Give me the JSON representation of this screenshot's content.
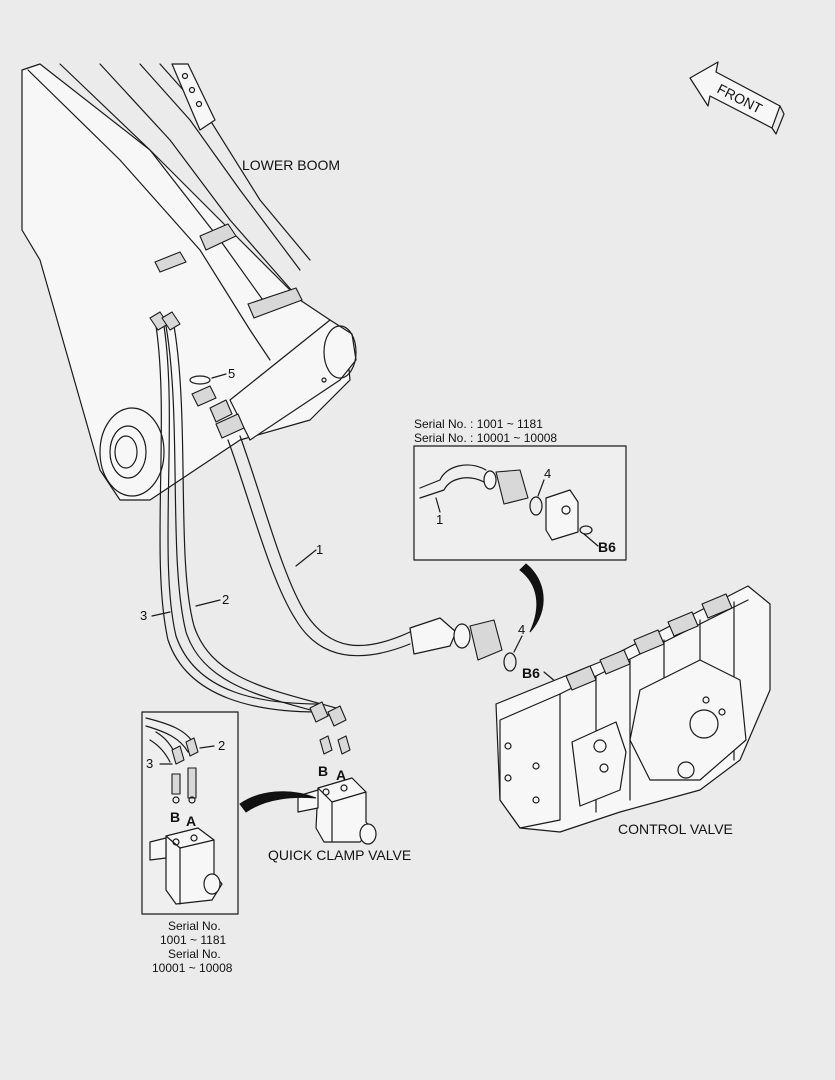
{
  "labels": {
    "front": "FRONT",
    "lower_boom": "LOWER BOOM",
    "control_valve": "CONTROL VALVE",
    "quick_clamp_valve": "QUICK CLAMP VALVE"
  },
  "callouts": {
    "hose_1": "1",
    "hose_2": "2",
    "hose_3": "3",
    "oring_4": "4",
    "oring_5": "5",
    "port_b6": "B6",
    "port_a": "A",
    "port_b": "B"
  },
  "inset_top": {
    "serial_line1": "Serial No. : 1001 ~ 1181",
    "serial_line2": "Serial No. : 10001 ~ 10008",
    "callout_1": "1",
    "callout_4": "4",
    "port_b6": "B6"
  },
  "inset_left": {
    "callout_2": "2",
    "callout_3": "3",
    "port_a": "A",
    "port_b": "B",
    "serial_label_1": "Serial No.",
    "serial_range_1": "1001 ~ 1181",
    "serial_label_2": "Serial No.",
    "serial_range_2": "10001 ~ 10008"
  }
}
